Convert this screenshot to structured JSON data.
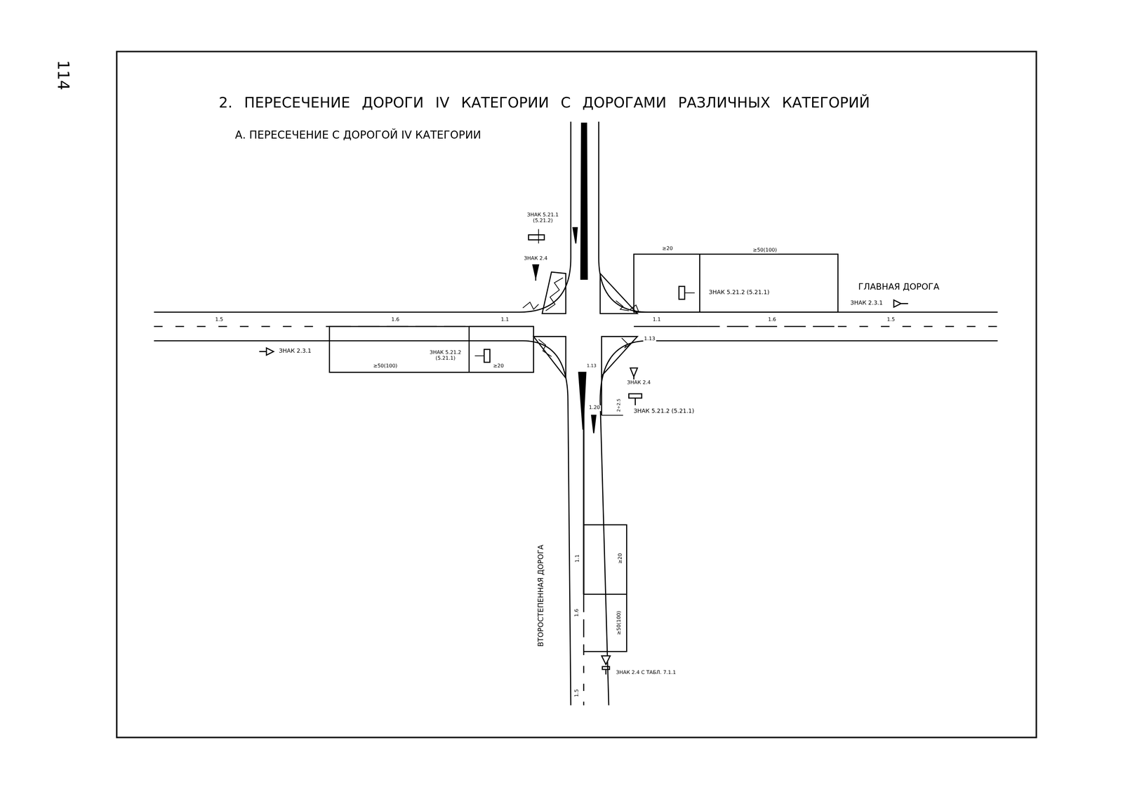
{
  "diagram": {
    "title": "2. ПЕРЕСЕЧЕНИЕ ДОРОГИ IV КАТЕГОРИИ С ДОРОГАМИ РАЗЛИЧНЫХ КАТЕГОРИЙ",
    "labels": [
      "114",
      "А. ПЕРЕСЕЧЕНИЕ С ДОРОГОЙ IV КАТЕГОРИИ",
      "ЗНАК 5.21.1 (5.21.2)",
      "ЗНАК 2.4",
      "≥20",
      "≥50(100)",
      "ЗНАК 5.21.2 (5.21.1)",
      "ГЛАВНАЯ ДОРОГА",
      "ЗНАК 2.3.1",
      "1.5",
      "1.6",
      "1.1",
      "1.1",
      "1.6",
      "1.5",
      "ЗНАК 2.3.1",
      "ЗНАК 5.21.2 (5.21.1)",
      "≥50(100)",
      "≥20",
      "1.13",
      "1.13",
      "ЗНАК 2.4",
      "2÷2.5",
      "1.20",
      "ЗНАК 5.21.2 (5.21.1)",
      "ВТОРОСТЕПЕННАЯ ДОРОГА",
      "1.1",
      "≥20",
      "1.6",
      "≥50(100)",
      "1.5",
      "ЗНАК 2.4 С ТАБЛ. 7.1.1"
    ]
  }
}
